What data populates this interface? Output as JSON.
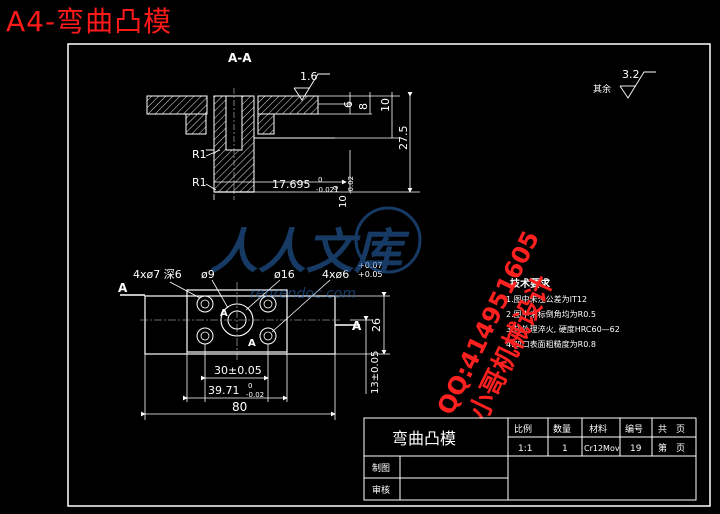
{
  "title_banner": "A4-弯曲凸模",
  "section_label": "A-A",
  "roughness_main": "1.6",
  "roughness_other": "3.2",
  "roughness_other_label": "其余",
  "dims": {
    "d6": "6",
    "d8": "8",
    "d10": "10",
    "d275": "27.5",
    "r1a": "R1",
    "r1b": "R1",
    "d17695": "17.695",
    "d17695_tol_top": "0",
    "d17695_tol_bot": "-0.021",
    "d10v": "10",
    "d10v_tol_top": "0",
    "d10v_tol_bot": "-0.02",
    "holes7": "4xø7 深6",
    "phi9": "ø9",
    "phi16": "ø16",
    "holes6": "4xø6",
    "holes6_tol_top": "+0.07",
    "holes6_tol_bot": "+0.05",
    "d26": "26",
    "d13": "13±0.05",
    "d30": "30±0.05",
    "d3971": "39.71",
    "d3971_tol_top": "0",
    "d3971_tol_bot": "-0.02",
    "d80": "80"
  },
  "view_markers": {
    "a_left": "A",
    "a_right": "A",
    "a_hole1": "A",
    "a_hole2": "A"
  },
  "tech_requirements": {
    "heading": "技术要求",
    "items": [
      "1.图中未注公差为IT12",
      "2.图中未标倒角均为R0.5",
      "3.热处理淬火, 硬度HRC60—62",
      "4.凹口表面粗糙度为R0.8"
    ]
  },
  "watermark": {
    "main": "人人文库",
    "sub": "renrendoc.com",
    "qq": "QQ:414951605",
    "shop": "小哥机械设计"
  },
  "title_block": {
    "part_name": "弯曲凸模",
    "col_headers": [
      "比例",
      "数量",
      "材料",
      "编号"
    ],
    "col_values": [
      "1:1",
      "1",
      "Cr12Mov",
      "19"
    ],
    "sheet_total": "共　页",
    "sheet_no": "第　页",
    "drawn_label": "制图",
    "checked_label": "审核"
  }
}
